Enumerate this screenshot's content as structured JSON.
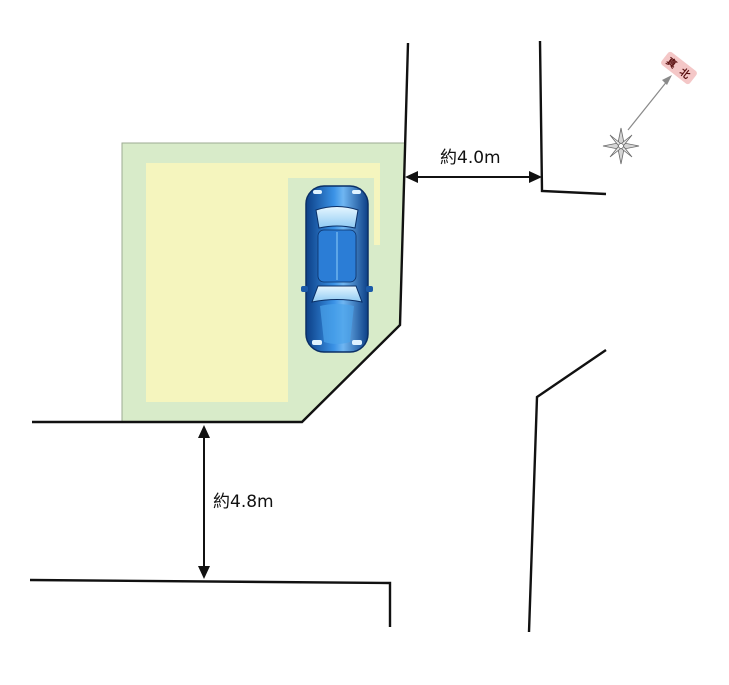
{
  "roads": {
    "north_road_width": "約4.0m",
    "west_road_width": "約4.8m"
  },
  "compass": {
    "north_label_1": "真",
    "north_label_2": "北"
  },
  "colors": {
    "lot_green": "#d8ebc9",
    "parking_yellow": "#f5f5be",
    "car_blue": "#1f6fc8",
    "line": "#111111"
  }
}
